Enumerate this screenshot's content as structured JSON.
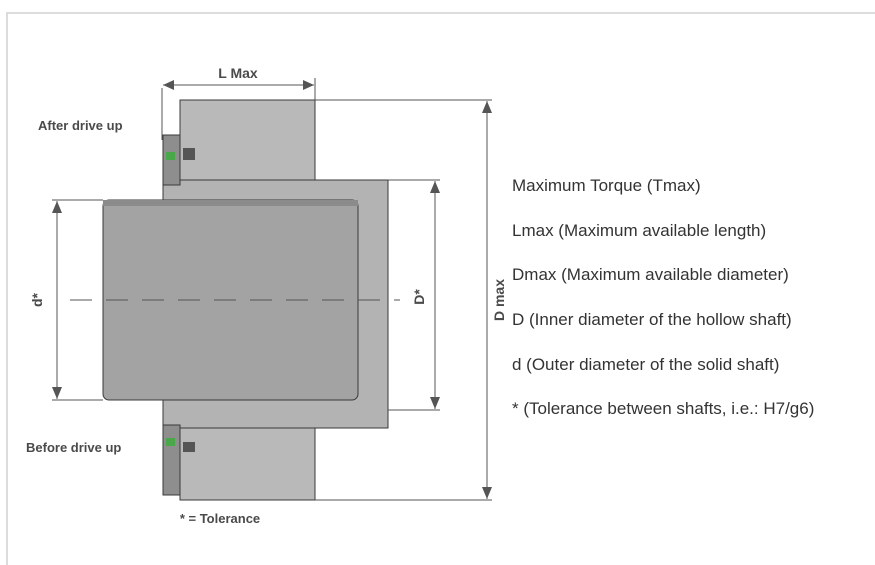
{
  "diagram": {
    "labels": {
      "l_max": "L Max",
      "d_max": "D max",
      "d_star": "d*",
      "D_star": "D*",
      "after_drive_up": "After drive up",
      "before_drive_up": "Before drive up",
      "tolerance_note": "* = Tolerance"
    }
  },
  "legend": {
    "items": [
      "Maximum Torque  (Tmax)",
      "Lmax  (Maximum available length)",
      "Dmax  (Maximum available diameter)",
      "D  (Inner diameter of the hollow shaft)",
      "d  (Outer diameter of the solid shaft)",
      "*  (Tolerance between shafts, i.e.: H7/g6)"
    ]
  },
  "colors": {
    "frame": "#dcdcdc",
    "hollow_shaft": "#b9b9b9",
    "solid_shaft": "#a3a3a3",
    "outline": "#3a3a3a",
    "dimension_line": "#555555",
    "green_ring": "#4aa84a",
    "text": "#333333"
  }
}
